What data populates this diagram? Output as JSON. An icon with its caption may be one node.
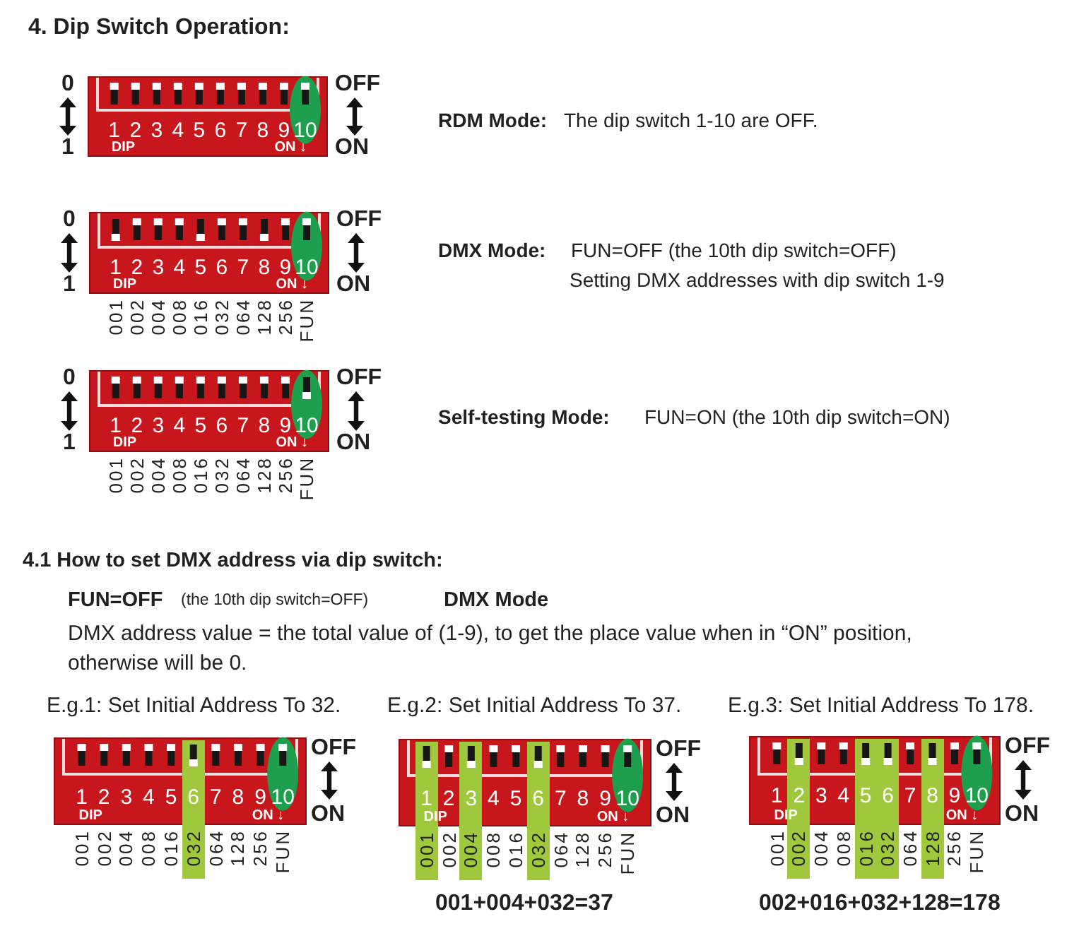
{
  "diagram": {
    "title": "4. Dip Switch Operation:",
    "nodes": [
      {
        "text": [
          "1",
          "2",
          "3",
          "4",
          "5",
          "6",
          "7",
          "8",
          "9",
          "10",
          "DIP",
          "ON ↓"
        ],
        "beside": [
          "0",
          "1",
          "OFF",
          "ON"
        ]
      },
      {
        "text": [
          "1",
          "2",
          "3",
          "4",
          "5",
          "6",
          "7",
          "8",
          "9",
          "10",
          "DIP",
          "ON ↓"
        ],
        "beside": [
          "0",
          "1",
          "OFF",
          "ON",
          "001",
          "002",
          "004",
          "008",
          "016",
          "032",
          "064",
          "128",
          "256",
          "FUN"
        ]
      },
      {
        "text": [
          "1",
          "2",
          "3",
          "4",
          "5",
          "6",
          "7",
          "8",
          "9",
          "10",
          "DIP",
          "ON ↓"
        ],
        "beside": [
          "0",
          "1",
          "OFF",
          "ON",
          "001",
          "002",
          "004",
          "008",
          "016",
          "032",
          "064",
          "128",
          "256",
          "FUN"
        ]
      },
      {
        "text": [
          "1",
          "2",
          "3",
          "4",
          "5",
          "6",
          "7",
          "8",
          "9",
          "10",
          "DIP",
          "ON ↓"
        ],
        "beside": [
          "OFF",
          "ON",
          "001",
          "002",
          "004",
          "008",
          "016",
          "032",
          "064",
          "128",
          "256",
          "FUN"
        ]
      },
      {
        "text": [
          "1",
          "2",
          "3",
          "4",
          "5",
          "6",
          "7",
          "8",
          "9",
          "10",
          "DIP",
          "ON ↓"
        ],
        "beside": [
          "OFF",
          "ON",
          "001",
          "002",
          "004",
          "008",
          "016",
          "032",
          "064",
          "128",
          "256",
          "FUN"
        ]
      },
      {
        "text": [
          "1",
          "2",
          "3",
          "4",
          "5",
          "6",
          "7",
          "8",
          "9",
          "10",
          "DIP",
          "ON ↓"
        ],
        "beside": [
          "OFF",
          "ON",
          "001",
          "002",
          "004",
          "008",
          "016",
          "032",
          "064",
          "128",
          "256",
          "FUN"
        ]
      }
    ],
    "labels": [
      "RDM Mode:",
      "The dip switch 1-10 are OFF.",
      "DMX Mode:",
      "FUN=OFF (the 10th dip switch=OFF)",
      "Setting DMX addresses with dip switch 1-9",
      "Self-testing Mode:",
      "FUN=ON (the 10th dip switch=ON)",
      "4.1 How to set DMX address via dip switch:",
      "FUN=OFF",
      "(the 10th dip switch=OFF)",
      "DMX Mode",
      "DMX address value = the total value of (1-9), to get the place value when in “ON” position, otherwise will be 0.",
      "E.g.1: Set Initial Address To 32.",
      "E.g.2: Set Initial Address To 37.",
      "E.g.3: Set Initial Address To 178.",
      "001+004+032=37",
      "002+016+032+128=178"
    ]
  }
}
